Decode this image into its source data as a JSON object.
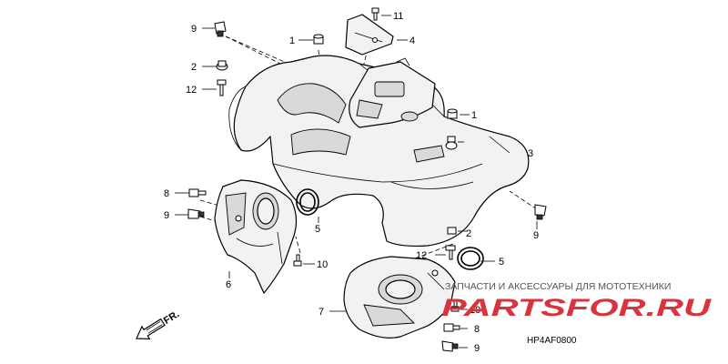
{
  "callouts": {
    "n1a": "1",
    "n1b": "1",
    "n2a": "2",
    "n2b": "2",
    "n3": "3",
    "n4": "4",
    "n5a": "5",
    "n5b": "5",
    "n6": "6",
    "n7": "7",
    "n8a": "8",
    "n8b": "8",
    "n9a": "9",
    "n9b": "9",
    "n9c": "9",
    "n9d": "9",
    "n10a": "10",
    "n10b": "10",
    "n11": "11",
    "n12a": "12",
    "n12b": "12"
  },
  "direction_label": "FR.",
  "diagram_code": "HP4AF0800",
  "watermark": {
    "tagline": "ЗАПЧАСТИ И АКСЕССУАРЫ ДЛЯ МОТОТЕХНИКИ",
    "brand": "PARTSFOR.RU",
    "brand_color": "#d9333d"
  }
}
